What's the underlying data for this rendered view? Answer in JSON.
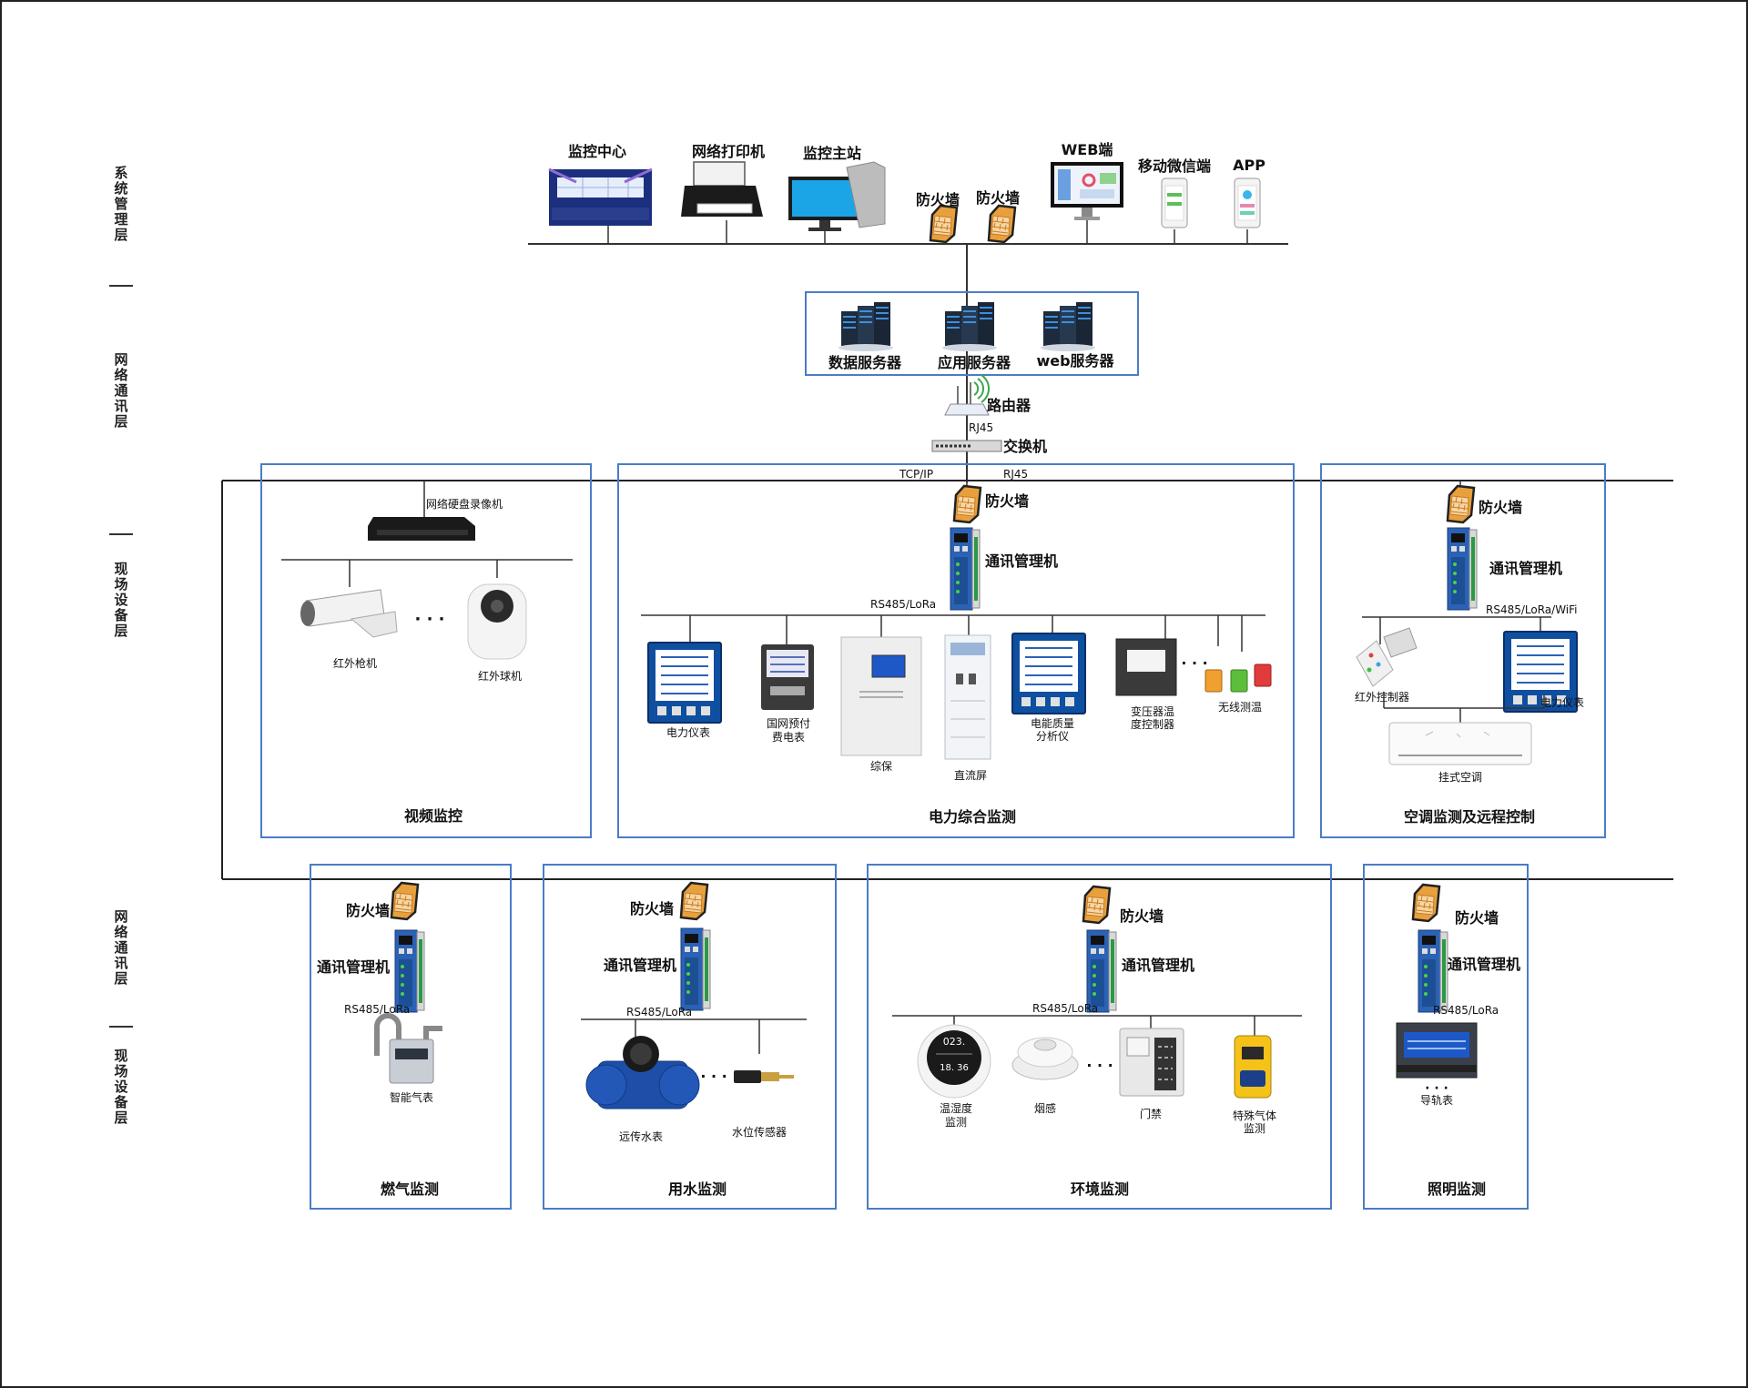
{
  "layers": {
    "system_mgmt": "系统管理层",
    "network_comm": "网络通讯层",
    "field_device": "现场设备层",
    "network_comm_2": "网络通讯层",
    "field_device_2": "现场设备层"
  },
  "top": {
    "monitor_center": "监控中心",
    "network_printer": "网络打印机",
    "monitor_host": "监控主站",
    "firewall_1": "防火墙",
    "firewall_2": "防火墙",
    "web_client": "WEB端",
    "wechat": "移动微信端",
    "app": "APP"
  },
  "servers": {
    "data_server": "数据服务器",
    "app_server": "应用服务器",
    "web_server": "web服务器"
  },
  "network": {
    "router": "路由器",
    "rj45_1": "RJ45",
    "switch": "交换机",
    "tcpip": "TCP/IP",
    "rj45_2": "RJ45"
  },
  "video": {
    "title": "视频监控",
    "nvr": "网络硬盘录像机",
    "bullet_cam": "红外枪机",
    "dots": "· · ·",
    "dome_cam": "红外球机"
  },
  "power": {
    "title": "电力综合监测",
    "firewall": "防火墙",
    "comm_manager": "通讯管理机",
    "bus": "RS485/LoRa",
    "meter": "电力仪表",
    "prepaid_1": "国网预付",
    "prepaid_2": "费电表",
    "protection": "综保",
    "dc_screen": "直流屏",
    "pq_1": "电能质量",
    "pq_2": "分析仪",
    "transformer_1": "变压器温",
    "transformer_2": "度控制器",
    "dots": "· · ·",
    "wireless_temp": "无线测温"
  },
  "ac": {
    "title": "空调监测及远程控制",
    "firewall": "防火墙",
    "comm_manager": "通讯管理机",
    "bus": "RS485/LoRa/WiFi",
    "ir_controller": "红外控制器",
    "meter": "电力仪表",
    "wall_ac": "挂式空调"
  },
  "gas": {
    "title": "燃气监测",
    "firewall": "防火墙",
    "comm_manager": "通讯管理机",
    "bus": "RS485/LoRa",
    "smart_meter": "智能气表"
  },
  "water": {
    "title": "用水监测",
    "firewall": "防火墙",
    "comm_manager": "通讯管理机",
    "bus": "RS485/LoRa",
    "water_meter": "远传水表",
    "dots": "· · ·",
    "level_sensor": "水位传感器"
  },
  "env": {
    "title": "环境监测",
    "firewall": "防火墙",
    "comm_manager": "通讯管理机",
    "bus": "RS485/LoRa",
    "th_1": "温湿度",
    "th_2": "监测",
    "smoke": "烟感",
    "dots": "· · ·",
    "access": "门禁",
    "gas_1": "特殊气体",
    "gas_2": "监测",
    "th_reading_1": "023.",
    "th_reading_2": "18.  36"
  },
  "lighting": {
    "title": "照明监测",
    "firewall": "防火墙",
    "comm_manager": "通讯管理机",
    "bus": "RS485/LoRa",
    "rail_meter": "导轨表",
    "dots": "· · ·"
  },
  "colors": {
    "frame": "#4a7cc7",
    "line": "#333333",
    "firewall": "#e89a3c",
    "comm": "#2a64b8"
  }
}
